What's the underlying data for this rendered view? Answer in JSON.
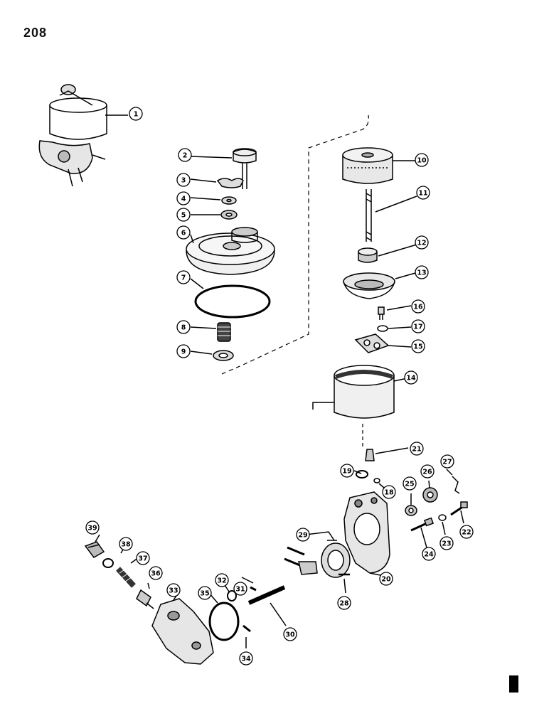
{
  "page": {
    "number": "208"
  },
  "callouts": [
    "1",
    "2",
    "3",
    "4",
    "5",
    "6",
    "7",
    "8",
    "9",
    "10",
    "11",
    "12",
    "13",
    "14",
    "15",
    "16",
    "17",
    "18",
    "19",
    "20",
    "21",
    "22",
    "23",
    "24",
    "25",
    "26",
    "27",
    "28",
    "29",
    "30",
    "31",
    "32",
    "33",
    "34",
    "35",
    "36",
    "37",
    "38",
    "39"
  ]
}
